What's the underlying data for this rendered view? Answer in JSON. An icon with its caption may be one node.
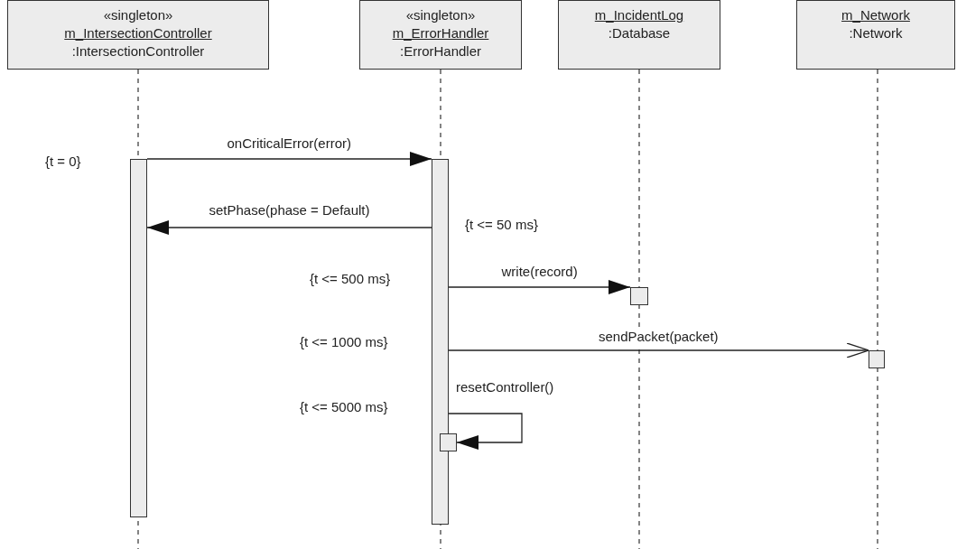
{
  "diagram": {
    "nodes": [
      {
        "text": [
          "«singleton»",
          "m_IntersectionController",
          ":IntersectionController"
        ]
      },
      {
        "text": [
          "«singleton»",
          "m_ErrorHandler",
          ":ErrorHandler"
        ]
      },
      {
        "text": [
          "m_IncidentLog",
          ":Database"
        ]
      },
      {
        "text": [
          "m_Network",
          ":Network"
        ]
      },
      {
        "text": [],
        "shape": "box"
      },
      {
        "text": [],
        "shape": "box"
      },
      {
        "text": [],
        "shape": "box"
      },
      {
        "text": [],
        "shape": "box"
      },
      {
        "text": [],
        "shape": "box"
      }
    ],
    "edges": [
      {
        "from": 4,
        "to": 5,
        "arrow": "to",
        "label": "onCriticalError(error)"
      },
      {
        "from": 5,
        "to": 4,
        "arrow": "to",
        "label": "setPhase(phase = Default)"
      },
      {
        "from": 5,
        "to": 6,
        "arrow": "to",
        "label": "write(record)"
      },
      {
        "from": 5,
        "to": 7,
        "arrow": "to",
        "label": "sendPacket(packet)"
      },
      {
        "from": 5,
        "to": 8,
        "arrow": "to",
        "label": "resetController()"
      }
    ],
    "labels": [
      "{t = 0}",
      "{t <= 50 ms}",
      "{t <= 500 ms}",
      "{t <= 1000 ms}",
      "{t <= 5000 ms}"
    ]
  }
}
